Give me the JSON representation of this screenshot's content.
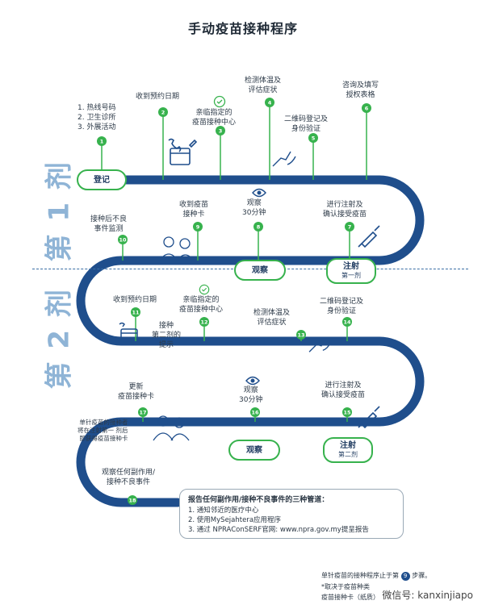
{
  "title": "手动疫苗接种程序",
  "dose1_label": "第 1 剂",
  "dose2_label": "第 2 剂",
  "steps": [
    {
      "n": "1",
      "text": [
        "1. 热线号码",
        "2. 卫生诊所",
        "3. 外展活动"
      ]
    },
    {
      "n": "2",
      "text": [
        "收到预约日期"
      ]
    },
    {
      "n": "3",
      "text": [
        "亲临指定的",
        "疫苗接种中心"
      ]
    },
    {
      "n": "4",
      "text": [
        "检测体温及",
        "评估症状"
      ]
    },
    {
      "n": "5",
      "text": [
        "二维码登记及",
        "身份验证"
      ]
    },
    {
      "n": "6",
      "text": [
        "咨询及填写",
        "授权表格"
      ]
    },
    {
      "n": "7",
      "text": [
        "进行注射及",
        "确认接受疫苗"
      ]
    },
    {
      "n": "8",
      "text": [
        "观察",
        "30分钟"
      ]
    },
    {
      "n": "9",
      "text": [
        "收到疫苗",
        "接种卡"
      ]
    },
    {
      "n": "10",
      "text": [
        "接种后不良",
        "事件监测"
      ]
    },
    {
      "n": "11",
      "text": [
        "收到预约日期"
      ]
    },
    {
      "n": "12",
      "text": [
        "亲临指定的",
        "疫苗接种中心"
      ]
    },
    {
      "n": "13",
      "text": [
        "检测体温及",
        "评估症状"
      ]
    },
    {
      "n": "14",
      "text": [
        "二维码登记及",
        "身份验证"
      ]
    },
    {
      "n": "15",
      "text": [
        "进行注射及",
        "确认接受疫苗"
      ]
    },
    {
      "n": "16",
      "text": [
        "观察",
        "30分钟"
      ]
    },
    {
      "n": "17",
      "text": [
        "更新",
        "疫苗接种卡"
      ]
    },
    {
      "n": "18",
      "text": [
        "观察任何副作用/",
        "接种不良事件"
      ]
    }
  ],
  "reminder": [
    "接种",
    "第二剂的",
    "提示"
  ],
  "single_dose_note": [
    "单针疫苗的接种者",
    "将在注射第一 剂后",
    "即获得疫苗接种卡"
  ],
  "pills": {
    "register": "登记",
    "observe1": "观察",
    "inject1": "注射",
    "inject1_sub": "第一剂",
    "observe2": "观察",
    "inject2": "注射",
    "inject2_sub": "第二剂"
  },
  "infobox": {
    "heading": "报告任何副作用/接种不良事件的三种管道：",
    "items": [
      "1. 通知邻近的医疗中心",
      "2. 使用MySejahtera应用程序",
      "3. 通过 NPRAConSERF官网: www.npra.gov.my提呈报告"
    ]
  },
  "footer": {
    "line1_a": "单针疫苗的接种程序止于第",
    "line1_num": "9",
    "line1_b": "步骤。",
    "line2": "*取决于疫苗种类",
    "line3": "疫苗接种卡（纸质）"
  },
  "watermark": "微信号: kanxinjiapo",
  "colors": {
    "track": "#1f4e8c",
    "node": "#37b24d",
    "accent": "#8fb4d6"
  }
}
